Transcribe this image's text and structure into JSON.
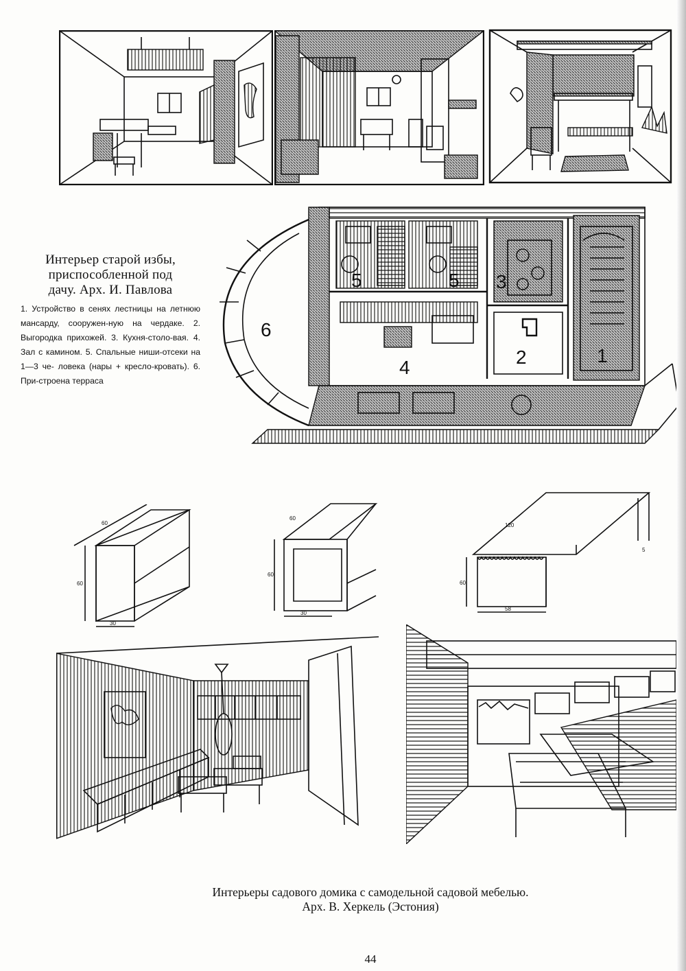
{
  "caption_old_izba": {
    "title_line1": "Интерьер старой избы,",
    "title_line2": "приспособленной под",
    "title_line3": "дачу. Арх. И. Павлова",
    "text": "1. Устройство в сенях лестницы на летнюю мансарду, сооружен-ную на чердаке. 2. Выгородка прихожей. 3. Кухня-столо-вая. 4. Зал с камином. 5. Спальные ниши-отсеки на 1—3 че- ловека (нары + кресло-кровать). 6. При-строена терраса"
  },
  "plan_labels": {
    "room1": "1",
    "room2": "2",
    "room3": "3",
    "room4": "4",
    "room5a": "5",
    "room5b": "5",
    "room6": "6"
  },
  "furniture_dims": {
    "shelf_depth": "60",
    "shelf_height": "60",
    "shelf_width": "30",
    "seat_depth": "60",
    "seat_height": "60",
    "seat_width": "30",
    "table_length": "120",
    "table_height": "60",
    "table_width": "58",
    "table_edge": "5"
  },
  "bottom_caption": {
    "line1": "Интерьеры садового домика с самодельной садовой мебелью.",
    "line2": "Арх. В. Херкель (Эстония)"
  },
  "page_number": "44"
}
